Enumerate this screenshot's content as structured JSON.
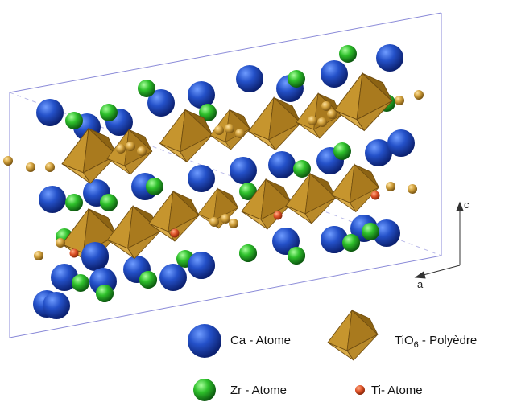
{
  "axes": {
    "c_label": "c",
    "a_label": "a"
  },
  "legend": {
    "ca": {
      "label": "Ca - Atome",
      "color": "#1f4fbf"
    },
    "tio6": {
      "label_main": "TiO",
      "label_sub": "6",
      "label_rest": " - Polyèdre",
      "color": "#b8892a"
    },
    "zr": {
      "label": "Zr - Atome",
      "color": "#2fbf2f"
    },
    "ti": {
      "label": "Ti- Atome",
      "color": "#e0542a"
    }
  }
}
